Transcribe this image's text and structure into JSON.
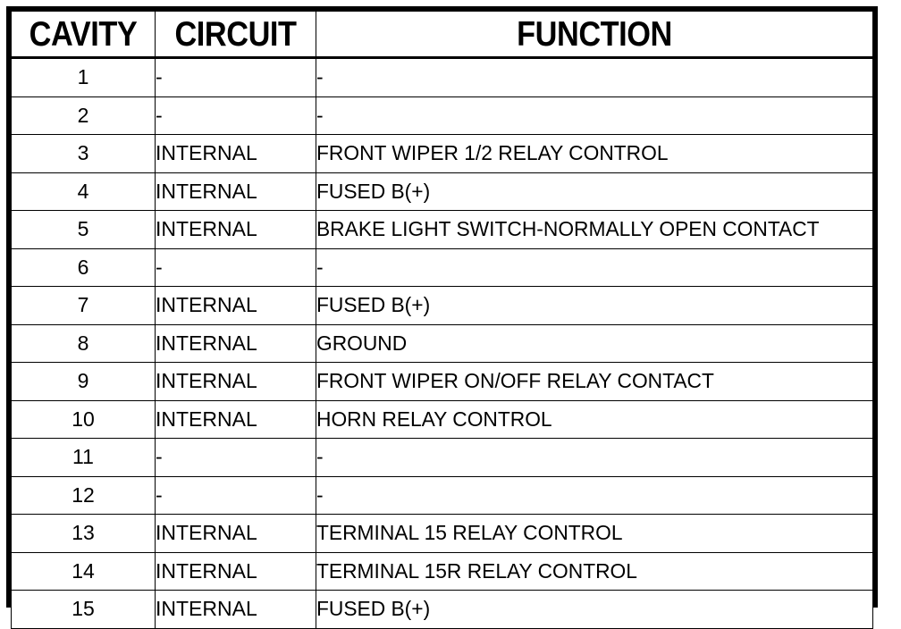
{
  "table": {
    "title": "CAVITY / CIRCUIT / FUNCTION pinout table",
    "columns": [
      {
        "key": "cavity",
        "label": "CAVITY"
      },
      {
        "key": "circuit",
        "label": "CIRCUIT"
      },
      {
        "key": "function",
        "label": "FUNCTION"
      }
    ],
    "colors": {
      "background": "#ffffff",
      "text": "#000000",
      "border": "#000000"
    },
    "rows": [
      {
        "cavity": "1",
        "circuit": "-",
        "function": "-"
      },
      {
        "cavity": "2",
        "circuit": "-",
        "function": "-"
      },
      {
        "cavity": "3",
        "circuit": "INTERNAL",
        "function": "FRONT WIPER 1/2 RELAY CONTROL"
      },
      {
        "cavity": "4",
        "circuit": "INTERNAL",
        "function": "FUSED B(+)"
      },
      {
        "cavity": "5",
        "circuit": "INTERNAL",
        "function": "BRAKE LIGHT SWITCH-NORMALLY OPEN CONTACT"
      },
      {
        "cavity": "6",
        "circuit": "-",
        "function": "-"
      },
      {
        "cavity": "7",
        "circuit": "INTERNAL",
        "function": "FUSED B(+)"
      },
      {
        "cavity": "8",
        "circuit": "INTERNAL",
        "function": "GROUND"
      },
      {
        "cavity": "9",
        "circuit": "INTERNAL",
        "function": "FRONT WIPER ON/OFF RELAY CONTACT"
      },
      {
        "cavity": "10",
        "circuit": "INTERNAL",
        "function": "HORN RELAY CONTROL"
      },
      {
        "cavity": "11",
        "circuit": "-",
        "function": "-"
      },
      {
        "cavity": "12",
        "circuit": "-",
        "function": "-"
      },
      {
        "cavity": "13",
        "circuit": "INTERNAL",
        "function": "TERMINAL 15 RELAY CONTROL"
      },
      {
        "cavity": "14",
        "circuit": "INTERNAL",
        "function": "TERMINAL 15R RELAY CONTROL"
      },
      {
        "cavity": "15",
        "circuit": "INTERNAL",
        "function": "FUSED B(+)"
      }
    ]
  }
}
